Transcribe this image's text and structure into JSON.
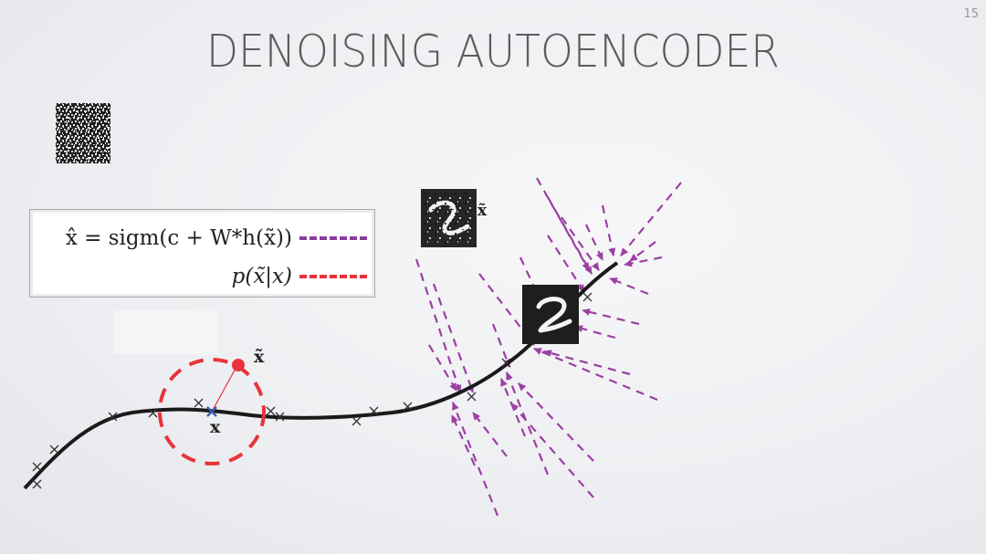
{
  "slide": {
    "title": "DENOISING AUTOENCODER",
    "number": "15"
  },
  "legend": {
    "reconstruction_formula": "x̂ = sigm(c + W*h(x̃))",
    "corruption_formula": "p(x̃|x)",
    "reconstruction_color": "#8b3d9e",
    "corruption_color": "#e8343a"
  },
  "diagram": {
    "clean_point_label": "x",
    "corrupted_point_label": "x̃",
    "digit_label": "x̃",
    "manifold_color": "#1a1a1a",
    "clean_point_color": "#3a5fb0",
    "corrupted_point_color": "#e8343a",
    "arrow_color": "#9b3fa3"
  },
  "images": {
    "noise_patch": "random-noise-image",
    "corrupted_digit": "noisy-digit-2",
    "clean_digit": "digit-2"
  }
}
